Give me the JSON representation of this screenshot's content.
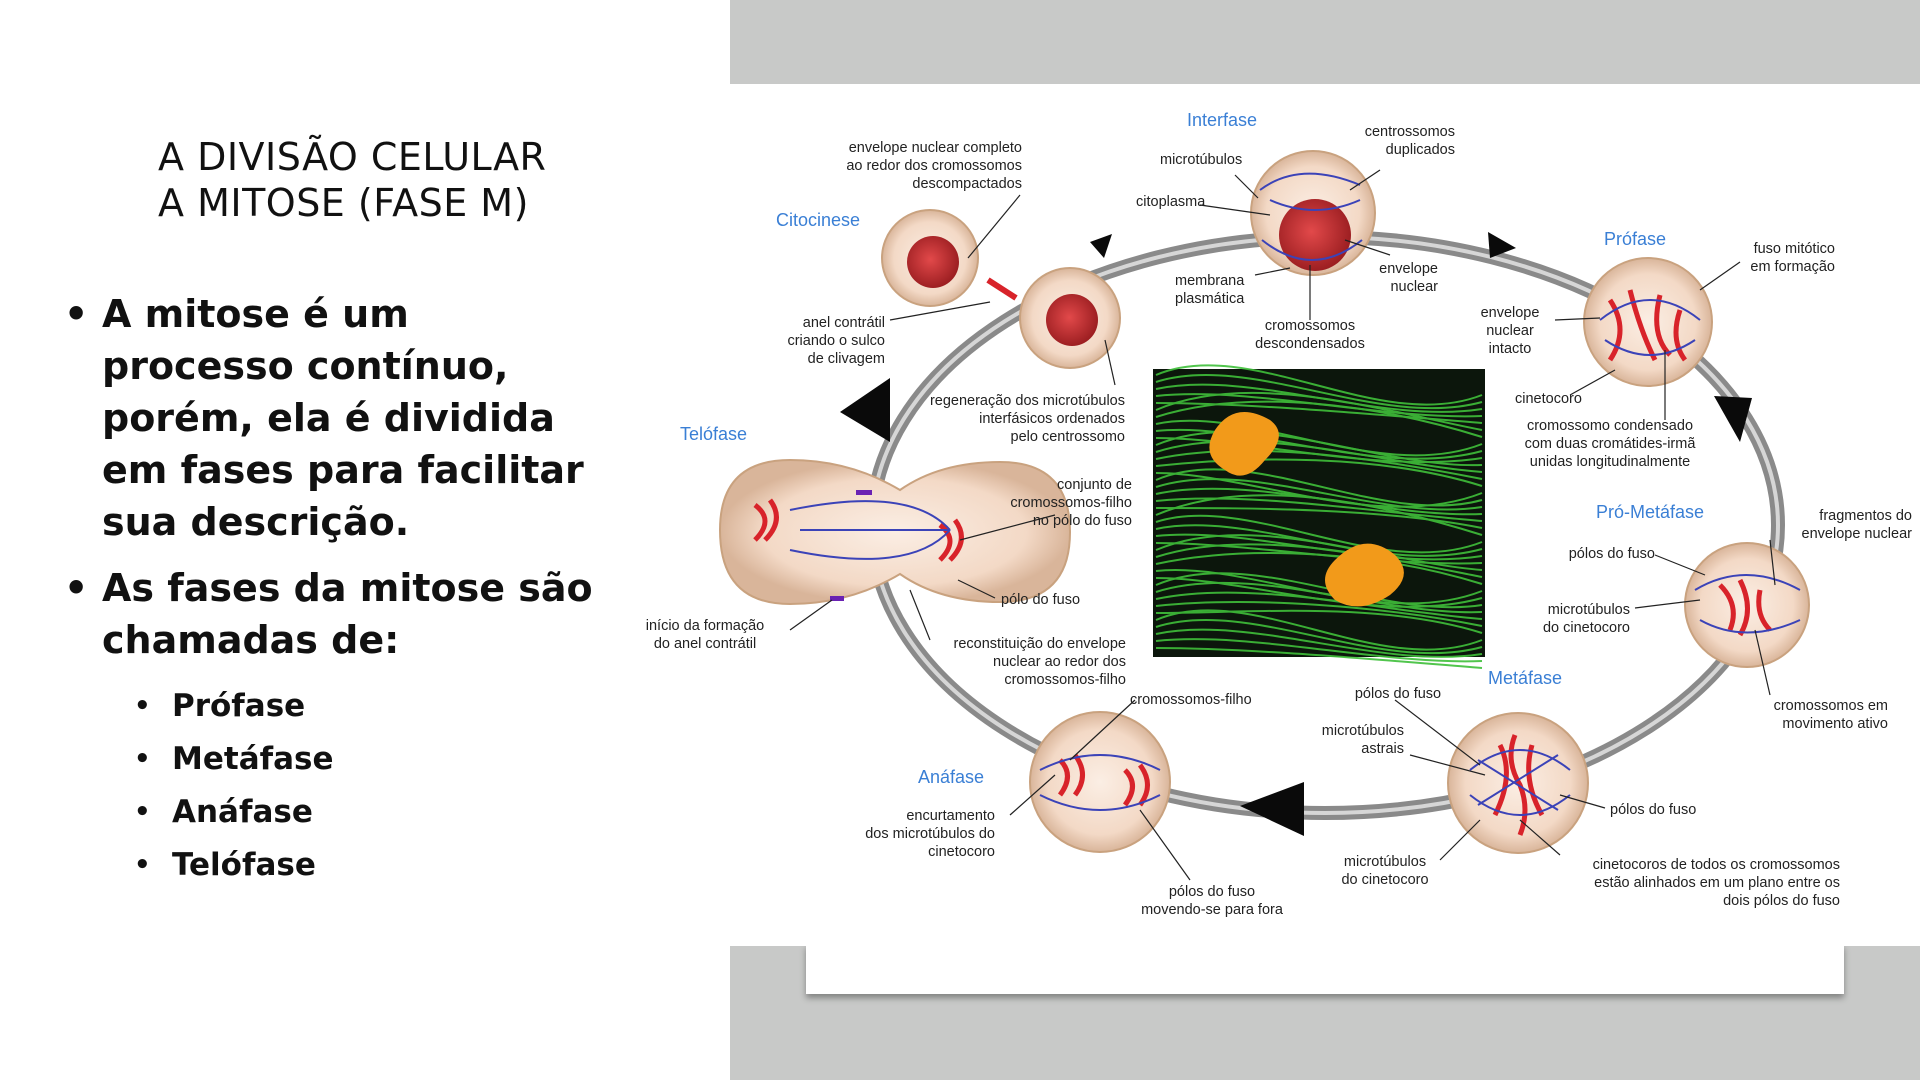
{
  "slide": {
    "title_line1": "A DIVISÃO CELULAR",
    "title_line2": "A MITOSE (FASE M)",
    "bullet1": "A mitose é um processo contínuo, porém, ela é dividida em fases para facilitar sua descrição.",
    "bullet2": "As fases da mitose são chamadas de:",
    "sub_bullets": [
      "Prófase",
      "Metáfase",
      "Anáfase",
      "Telófase"
    ],
    "bullet_glyph": "•"
  },
  "diagram": {
    "phases": {
      "interfase": "Interfase",
      "profase": "Prófase",
      "prometafase": "Pró-Metáfase",
      "metafase": "Metáfase",
      "anafase": "Anáfase",
      "telofase": "Telófase",
      "citocinese": "Citocinese"
    },
    "labels": {
      "envelope_completo": [
        "envelope nuclear completo",
        "ao redor dos cromossomos",
        "descompactados"
      ],
      "microtubulos": [
        "microtúbulos"
      ],
      "centrossomos": [
        "centrossomos",
        "duplicados"
      ],
      "citoplasma": [
        "citoplasma"
      ],
      "envelope_nuclear": [
        "envelope",
        "nuclear"
      ],
      "membrana": [
        "membrana",
        "plasmática"
      ],
      "cromossomos_desc": [
        "cromossomos",
        "descondensados"
      ],
      "fuso_mitotico": [
        "fuso mitótico",
        "em formação"
      ],
      "envelope_intacto": [
        "envelope",
        "nuclear",
        "intacto"
      ],
      "cinetocoro": [
        "cinetocoro"
      ],
      "cromossomo_condensado": [
        "cromossomo condensado",
        "com duas cromátides-irmã",
        "unidas longitudinalmente"
      ],
      "anel_contratil": [
        "anel contrátil",
        "criando o sulco",
        "de clivagem"
      ],
      "regeneracao": [
        "regeneração dos microtúbulos",
        "interfásicos ordenados",
        "pelo centrossomo"
      ],
      "fragmentos": [
        "fragmentos do",
        "envelope nuclear"
      ],
      "polos_fuso_pm": [
        "pólos do fuso"
      ],
      "microtubulos_cinetocoro_pm": [
        "microtúbulos",
        "do cinetocoro"
      ],
      "cromossomos_movimento": [
        "cromossomos em",
        "movimento ativo"
      ],
      "conjunto_filho": [
        "conjunto de",
        "cromossomos-filho",
        "no pólo do fuso"
      ],
      "polo_fuso_t": [
        "pólo do fuso"
      ],
      "inicio_anel": [
        "início da formação",
        "do anel contrátil"
      ],
      "reconstituicao": [
        "reconstituição do envelope",
        "nuclear ao redor dos",
        "cromossomos-filho"
      ],
      "cromossomos_filho": [
        "cromossomos-filho"
      ],
      "encurtamento": [
        "encurtamento",
        "dos microtúbulos do",
        "cinetocoro"
      ],
      "polos_movendo": [
        "pólos do fuso",
        "movendo-se para fora"
      ],
      "polos_fuso_m": [
        "pólos do fuso"
      ],
      "microtubulos_astrais": [
        "microtúbulos",
        "astrais"
      ],
      "polos_fuso_m2": [
        "pólos do fuso"
      ],
      "microtubulos_cinetocoro_m": [
        "microtúbulos",
        "do cinetocoro"
      ],
      "cinetocoros_todos": [
        "cinetocoros de todos os cromossomos",
        "estão alinhados em um plano entre os",
        "dois pólos do fuso"
      ]
    },
    "colors": {
      "phase_title": "#3a7fd5",
      "cell_fill": "#f3d9c6",
      "chromosome": "#d8232a",
      "spindle": "#3b43b8",
      "micrograph_bg": "#0c160c",
      "micrograph_fiber": "#3fbf3a",
      "micrograph_chromatin": "#f29a1a",
      "arrow": "#0a0a0a",
      "cycle_ring": "#8a8a8a"
    }
  }
}
